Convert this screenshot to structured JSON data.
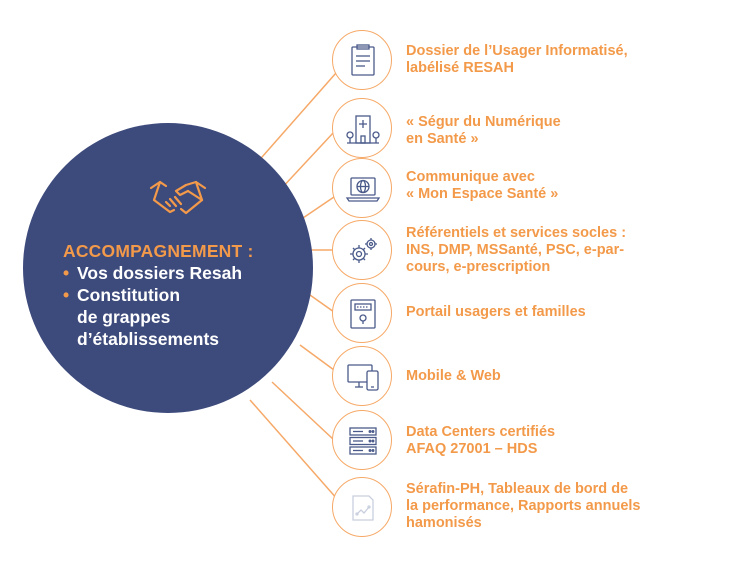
{
  "center": {
    "title": "ACCOMPAGNEMENT :",
    "bullets": [
      "Vos dossiers Resah",
      "Constitution"
    ],
    "continuation": [
      "de grappes",
      "d’établissements"
    ],
    "icon": "handshake-icon"
  },
  "services": [
    {
      "icon": "document-icon",
      "lines": [
        "Dossier de l’Usager Informatisé,",
        "labélisé RESAH"
      ]
    },
    {
      "icon": "hospital-icon",
      "lines": [
        "« Ségur du Numérique",
        "en Santé »"
      ]
    },
    {
      "icon": "laptop-globe-icon",
      "lines": [
        "Communique avec",
        "« Mon Espace Santé »"
      ]
    },
    {
      "icon": "gears-icon",
      "lines": [
        "Référentiels et services socles :",
        "INS, DMP, MSSanté, PSC, e-par-",
        "cours, e-prescription"
      ]
    },
    {
      "icon": "portal-icon",
      "lines": [
        "Portail usagers et familles"
      ]
    },
    {
      "icon": "devices-icon",
      "lines": [
        "Mobile & Web"
      ]
    },
    {
      "icon": "server-icon",
      "lines": [
        "Data Centers certifiés",
        "AFAQ 27001 – HDS"
      ]
    },
    {
      "icon": "dashboard-doc-icon",
      "lines": [
        "Sérafin-PH, Tableaux de bord de",
        "la performance, Rapports annuels",
        "hamonisés"
      ]
    }
  ],
  "colors": {
    "orange": "#f39a4a",
    "navy": "#3d4a7c",
    "line": "#f6a968"
  }
}
